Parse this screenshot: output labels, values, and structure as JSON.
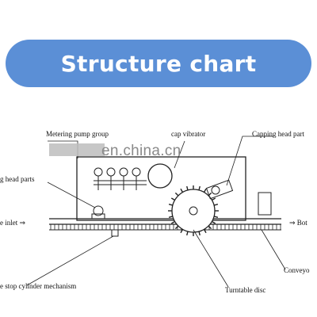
{
  "banner": {
    "title": "Structure chart",
    "color": "#5b8fd6"
  },
  "watermark": "en.china.cn",
  "labels": {
    "metering_pump": "Metering pump group",
    "cap_vibrator": "cap vibrator",
    "capping_head_right": "Capping head part",
    "capping_head_left": "g head parts",
    "inlet": "e inlet ⇒",
    "bottle_out": "⇒ Bot",
    "conveyor": "Conveyo",
    "stop_cylinder": "e stop cylinder mechanism",
    "turntable": "Turntable disc"
  }
}
